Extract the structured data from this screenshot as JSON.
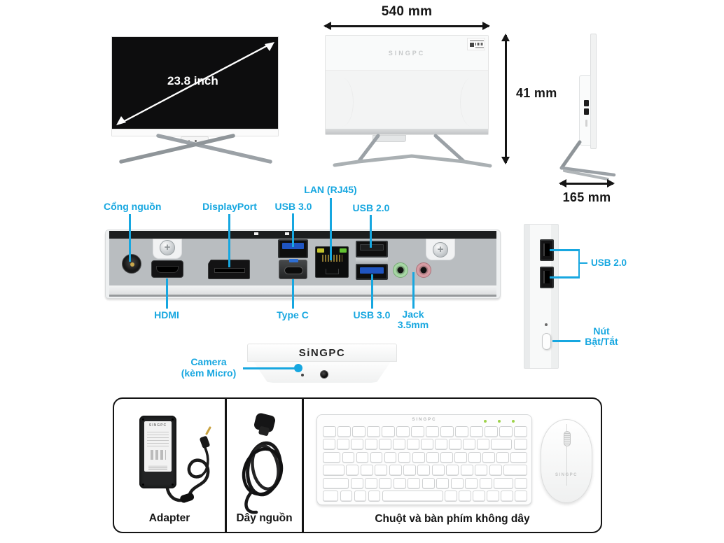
{
  "colors": {
    "accent": "#17a7e0",
    "text": "#151515"
  },
  "dim": {
    "front_diagonal": "23.8 inch",
    "rear_width": "540 mm",
    "side_height": "41 mm",
    "side_depth": "165 mm"
  },
  "brand": {
    "rear": "SINGPC",
    "front": "SINGPC",
    "camera": "SiNGPC",
    "keyboard": "SINGPC",
    "mouse": "SINGPC",
    "adapter": "SINGPC"
  },
  "ports": {
    "power": "Cổng nguồn",
    "displayport": "DisplayPort",
    "usb3_top": "USB 3.0",
    "lan": "LAN (RJ45)",
    "usb2_top": "USB 2.0",
    "hdmi": "HDMI",
    "typec": "Type C",
    "usb3_bottom": "USB 3.0",
    "jack_line1": "Jack",
    "jack_line2": "3.5mm"
  },
  "side_panel": {
    "usb2": "USB 2.0",
    "power_line1": "Nút",
    "power_line2": "Bật/Tắt"
  },
  "camera": {
    "line1": "Camera",
    "line2": "(kèm Micro)"
  },
  "accessories": {
    "adapter": "Adapter",
    "power_cord": "Dây nguồn",
    "kb_mouse": "Chuột và bàn phím không dây"
  }
}
